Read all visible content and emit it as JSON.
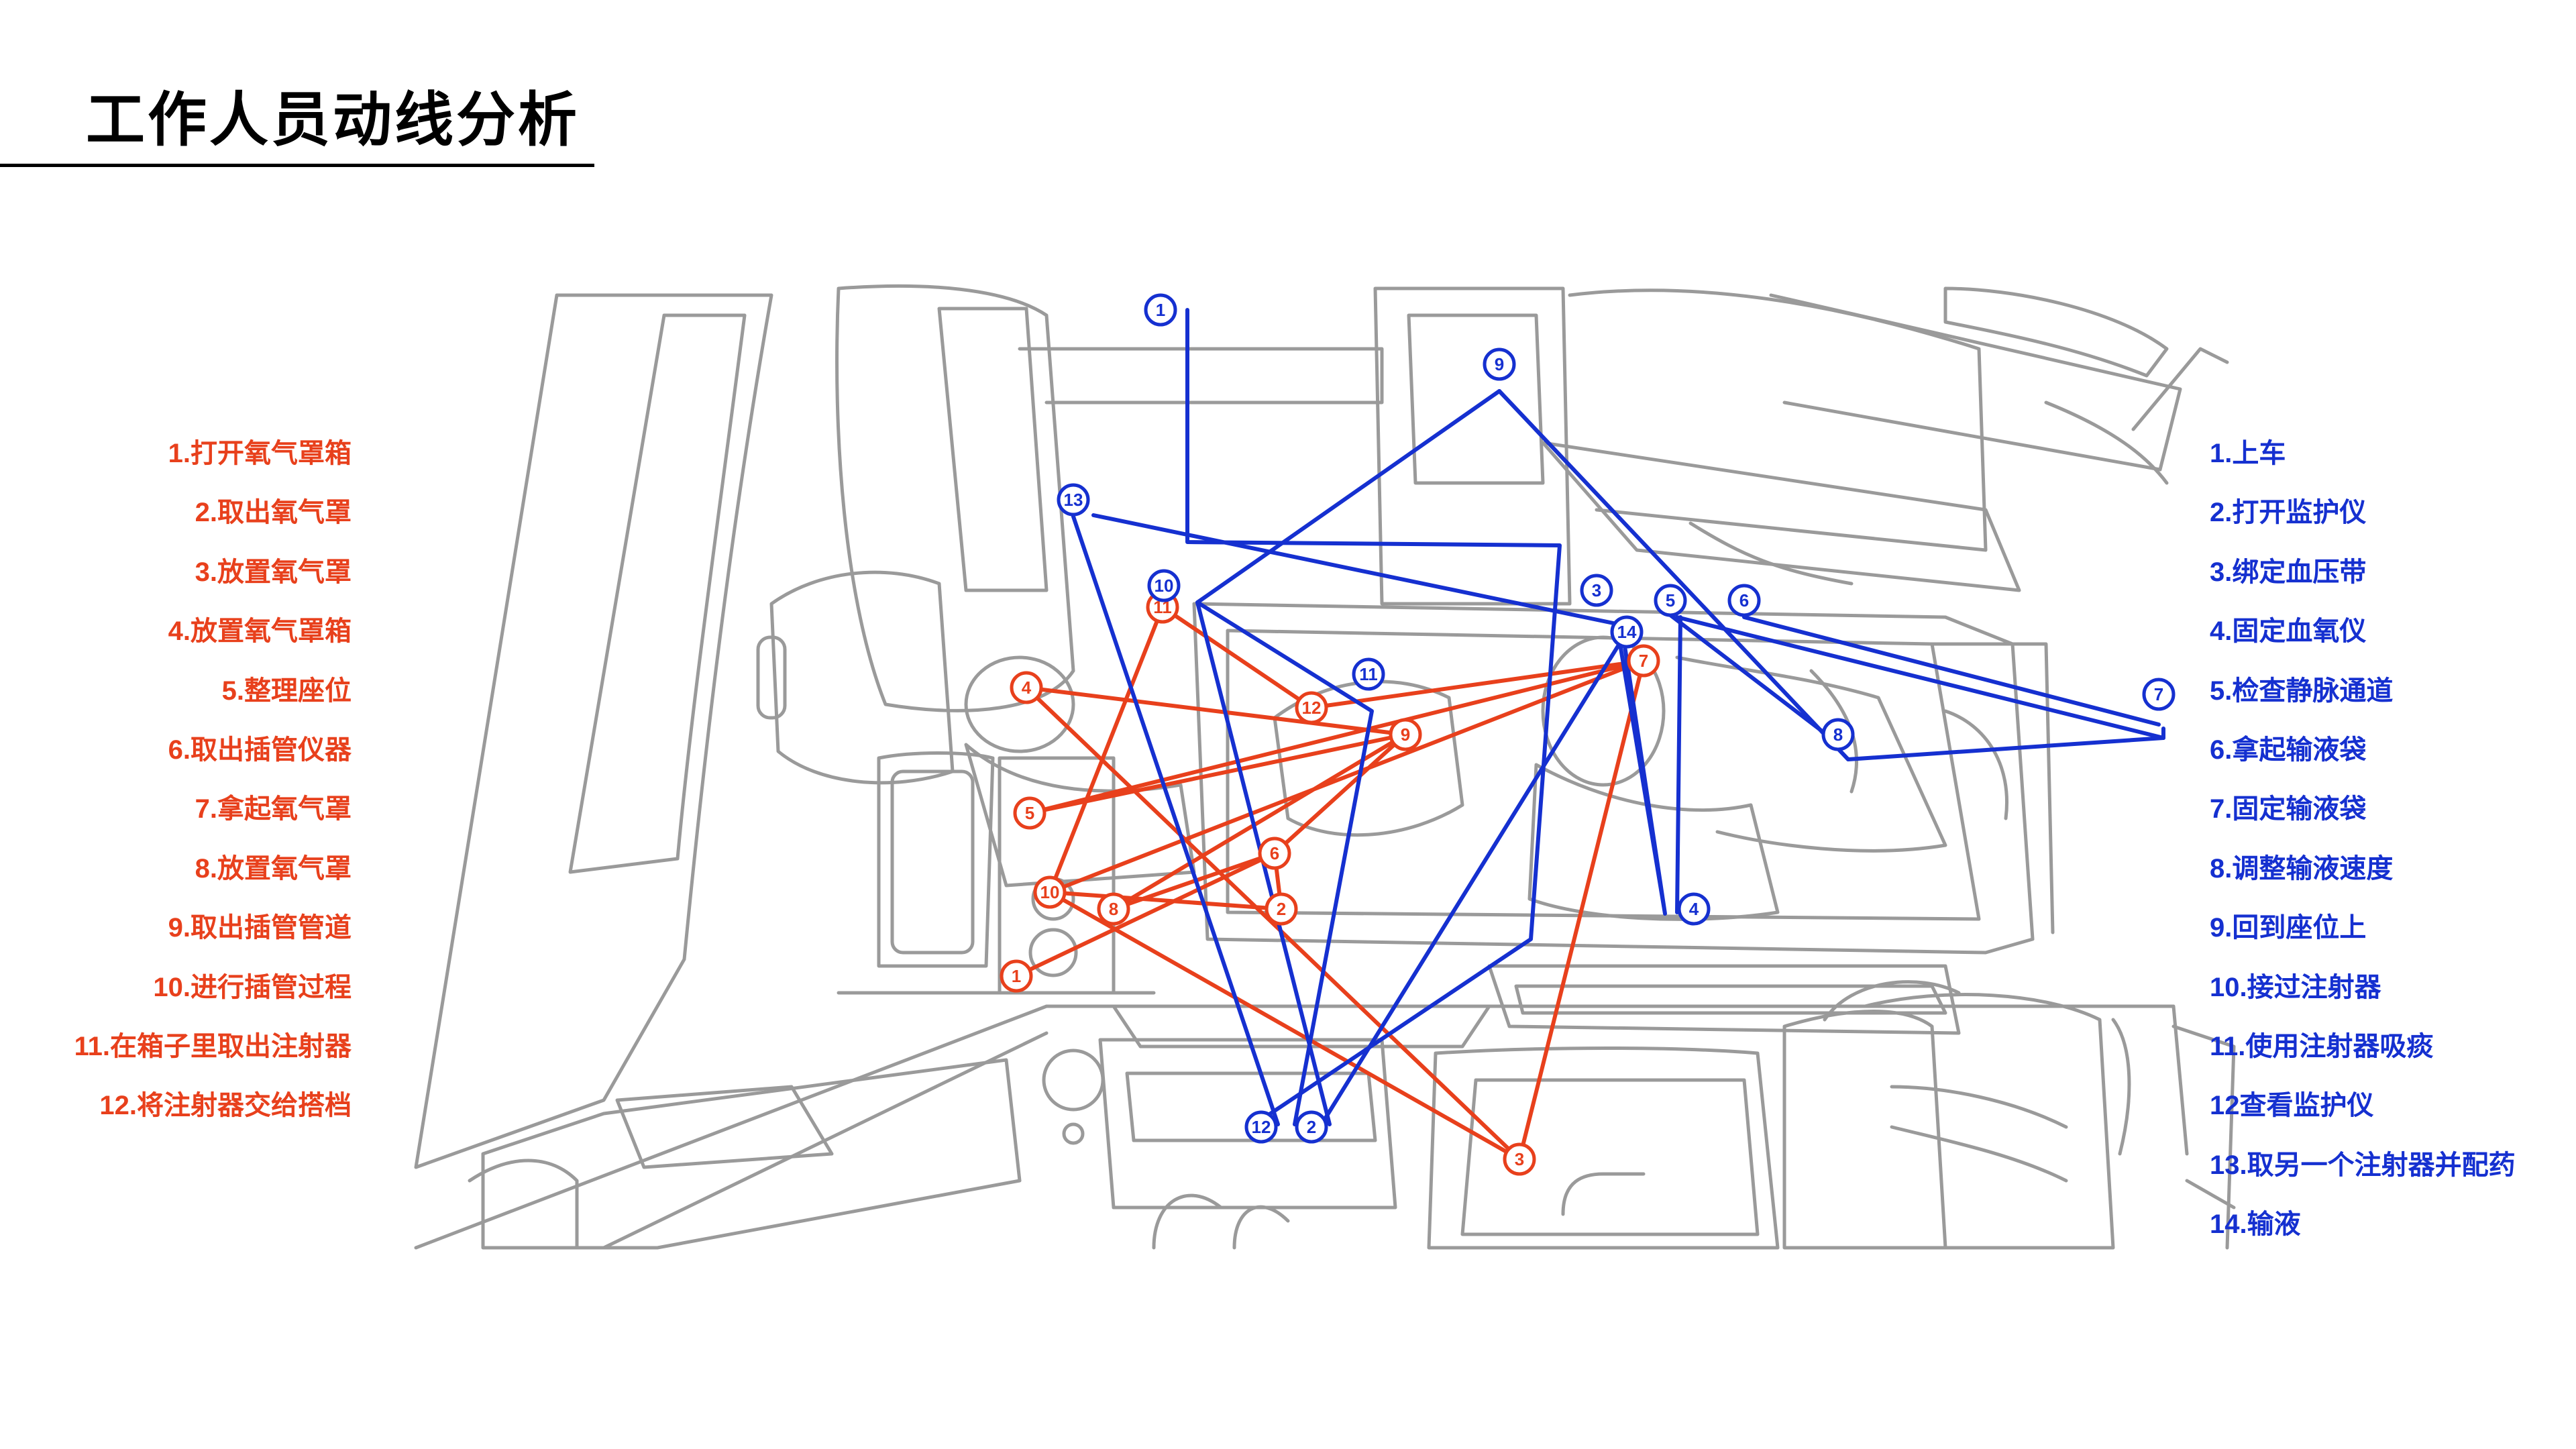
{
  "title": "工作人员动线分析",
  "colors": {
    "red": "#e8401c",
    "blue": "#1530d0",
    "sketch": "#9a9a9a"
  },
  "legend_left": [
    "1.打开氧气罩箱",
    "2.取出氧气罩",
    "3.放置氧气罩",
    "4.放置氧气罩箱",
    "5.整理座位",
    "6.取出插管仪器",
    "7.拿起氧气罩",
    "8.放置氧气罩",
    "9.取出插管管道",
    "10.进行插管过程",
    "11.在箱子里取出注射器",
    "12.将注射器交给搭档"
  ],
  "legend_right": [
    "1.上车",
    "2.打开监护仪",
    "3.绑定血压带",
    "4.固定血氧仪",
    "5.检查静脉通道",
    "6.拿起输液袋",
    "7.固定输液袋",
    "8.调整输液速度",
    "9.回到座位上",
    "10.接过注射器",
    "11.使用注射器吸痰",
    "12查看监护仪",
    "13.取另一个注射器并配药",
    "14.输液"
  ],
  "red_markers": [
    "1",
    "2",
    "3",
    "4",
    "5",
    "6",
    "7",
    "8",
    "9",
    "10",
    "11",
    "12"
  ],
  "blue_markers": [
    "1",
    "2",
    "3",
    "4",
    "5",
    "6",
    "7",
    "8",
    "9",
    "10",
    "11",
    "12",
    "13",
    "14"
  ]
}
